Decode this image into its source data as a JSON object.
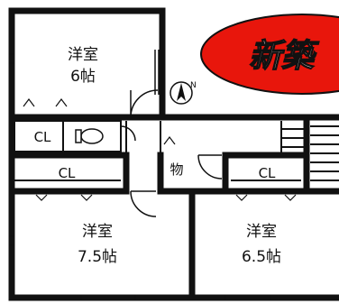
{
  "floor_plan": {
    "rooms": [
      {
        "id": "room-a",
        "line1": "洋室",
        "line2": "6帖"
      },
      {
        "id": "room-b",
        "line1": "洋室",
        "line2": "7.5帖"
      },
      {
        "id": "room-c",
        "line1": "洋室",
        "line2": "6.5帖"
      }
    ],
    "closets": {
      "top_left": "CL",
      "middle_left": "CL",
      "right": "CL"
    },
    "storage": "物",
    "compass_letter": "N",
    "badge": {
      "text": "新築",
      "color": "#e8160c",
      "text_color": "#ffffff"
    }
  }
}
